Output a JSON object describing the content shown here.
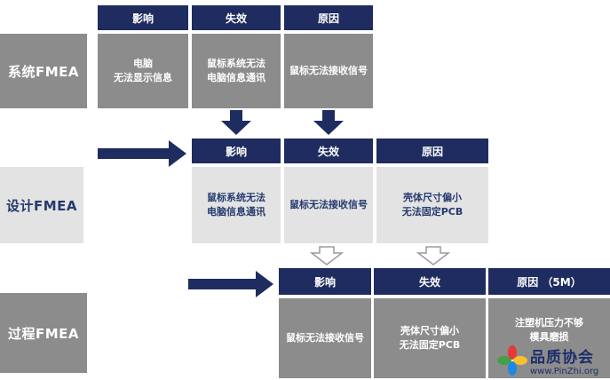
{
  "sections": [
    {
      "label": "系统FMEA",
      "headers": [
        "影响",
        "失效",
        "原因"
      ],
      "cells": [
        "电脑\n无法显示信息",
        "鼠标系统无法\n电脑信息通讯",
        "鼠标无法接收信号"
      ]
    },
    {
      "label": "设计FMEA",
      "headers": [
        "影响",
        "失效",
        "原因"
      ],
      "cells": [
        "鼠标系统无法\n电脑信息通讯",
        "鼠标无法接收信号",
        "壳体尺寸偏小\n无法固定PCB"
      ]
    },
    {
      "label": "过程FMEA",
      "headers": [
        "影响",
        "失效",
        "原因 （5M）"
      ],
      "cells": [
        "鼠标无法接收信号",
        "壳体尺寸偏小\n无法固定PCB",
        "注塑机压力不够\n模具磨损"
      ]
    }
  ],
  "watermark": {
    "title": "品质协会",
    "url": "www.PinZhi.org"
  },
  "colors": {
    "navy": "#1f2c5f",
    "gray_dark": "#8c8c8c",
    "gray_light": "#e3e3e3",
    "text_blue": "#243a6e"
  }
}
